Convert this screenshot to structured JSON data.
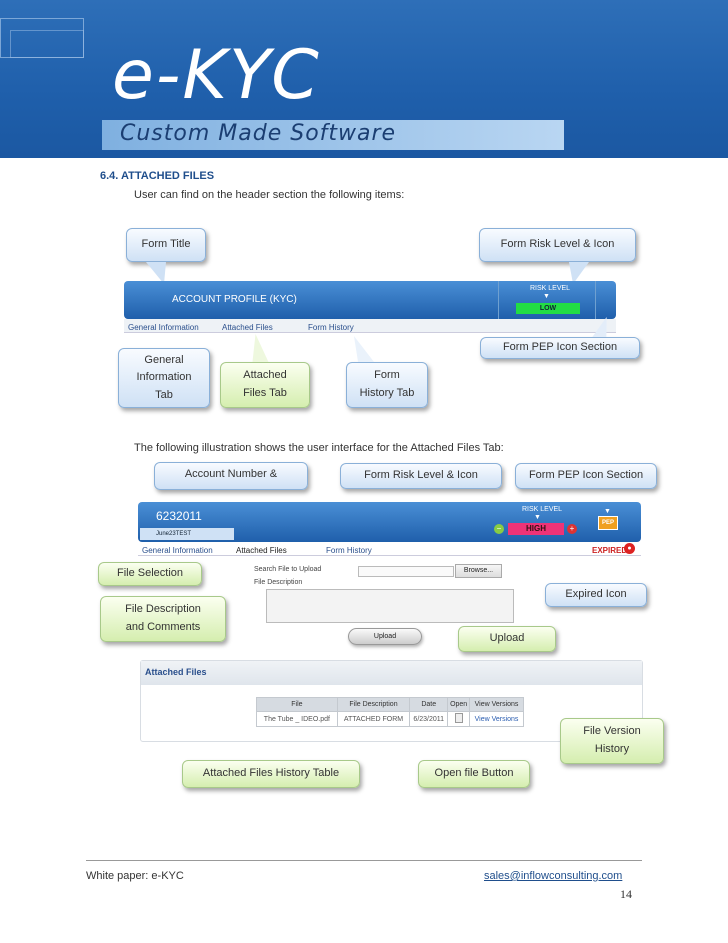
{
  "banner": {
    "brand": "e-KYC",
    "tagline": "Custom Made Software"
  },
  "section": {
    "title": "6.4.  ATTACHED FILES",
    "intro": "User can find on the header section the following items:",
    "intro2": "The following illustration shows the user interface for the Attached Files Tab:"
  },
  "fig1": {
    "form_title": "ACCOUNT PROFILE (KYC)",
    "risk_label": "RISK LEVEL",
    "risk_value": "LOW",
    "tabs": [
      "General Information",
      "Attached Files",
      "Form History"
    ],
    "callouts": {
      "form_title": "Form Title",
      "risk": "Form Risk Level & Icon",
      "pep": "Form PEP Icon Section",
      "general": "General Information Tab",
      "attached": "Attached Files Tab",
      "history": "Form History Tab"
    }
  },
  "fig2": {
    "account_number": "6232011",
    "account_name": "June23TEST",
    "risk_label": "RISK LEVEL",
    "risk_value": "HIGH",
    "pep_badge": "PEP",
    "expired": "EXPIRED",
    "tabs": [
      "General Information",
      "Attached Files",
      "Form History"
    ],
    "search_label": "Search File to Upload",
    "browse": "Browse...",
    "desc_label": "File Description",
    "upload": "Upload",
    "panel_title": "Attached Files",
    "table": {
      "headers": [
        "File",
        "File Description",
        "Date",
        "Open",
        "View Versions"
      ],
      "rows": [
        [
          "The Tube _ IDEO.pdf",
          "ATTACHED FORM",
          "6/23/2011",
          "",
          "View Versions"
        ]
      ]
    },
    "callouts": {
      "account": "Account Number &",
      "risk": "Form Risk Level & Icon",
      "pep": "Form PEP Icon Section",
      "file_selection": "File Selection",
      "description": "File Description and Comments",
      "expired": "Expired Icon",
      "upload": "Upload",
      "version": "File Version History",
      "history_table": "Attached Files History Table",
      "open": "Open file Button"
    }
  },
  "footer": {
    "left": "White paper: e-KYC",
    "right": "sales@inflowconsulting.com",
    "page": "14"
  },
  "colors": {
    "banner": "#1f5fab",
    "risk_low": "#22dd44",
    "risk_high": "#ee3377",
    "pep": "#f0a020",
    "callout_blue": "#cfe1f5",
    "callout_green": "#d5eeaf"
  }
}
